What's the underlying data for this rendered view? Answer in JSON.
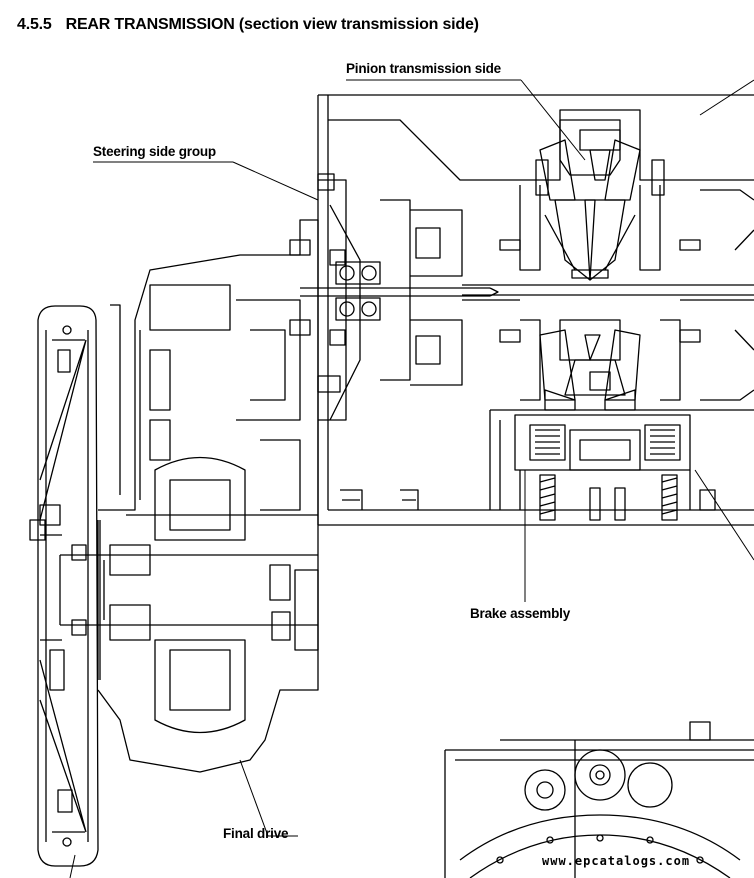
{
  "heading": {
    "number": "4.5.5",
    "title": "REAR TRANSMISSION",
    "subtitle": "(section view transmission side)"
  },
  "callouts": {
    "pinion": "Pinion transmission side",
    "steering": "Steering side group",
    "brake": "Brake assembly",
    "final_drive": "Final drive"
  },
  "watermark": "www.epcatalogs.com"
}
